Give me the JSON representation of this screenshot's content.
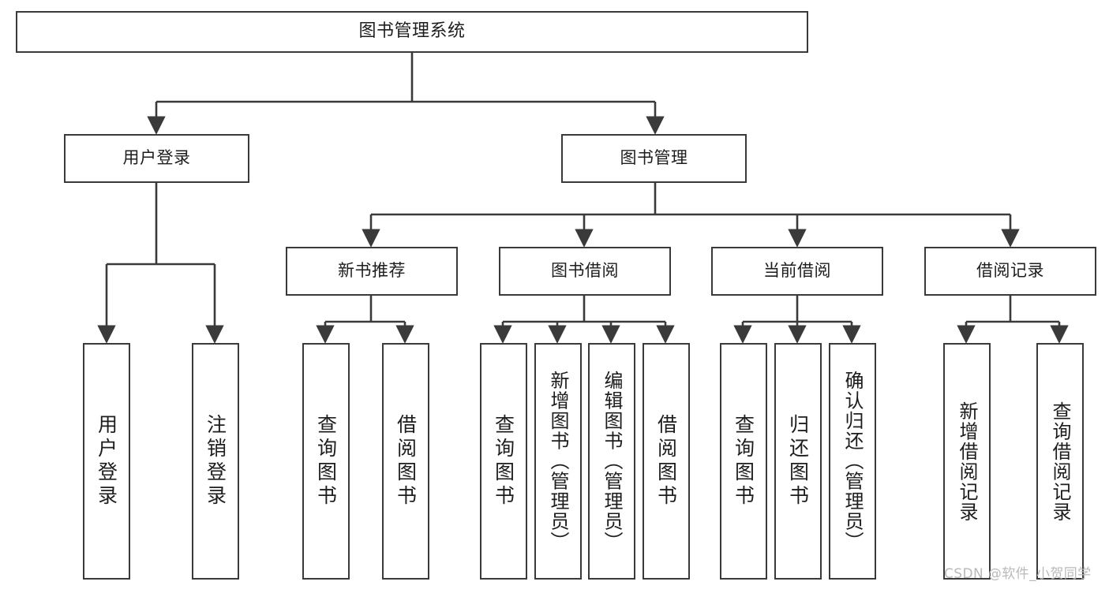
{
  "diagram": {
    "title": "图书管理系统",
    "type": "tree",
    "orientation": "top-down",
    "colors": {
      "box_border": "#3a3a3a",
      "box_fill": "#ffffff",
      "connector": "#3a3a3a",
      "text": "#1d1d1d",
      "watermark": "#b9b9b9",
      "background": "#ffffff"
    },
    "levels": {
      "level1": "root",
      "level2": "modules",
      "level3": "submodules",
      "level4": "functions"
    },
    "nodes": {
      "root": {
        "label": "图书管理系统"
      },
      "user_login": {
        "label": "用户登录"
      },
      "book_manage": {
        "label": "图书管理"
      },
      "new_book_rec": {
        "label": "新书推荐"
      },
      "book_borrow": {
        "label": "图书借阅"
      },
      "current_borrow": {
        "label": "当前借阅"
      },
      "borrow_record": {
        "label": "借阅记录"
      },
      "leaf_user_login": {
        "label": "用户登录"
      },
      "leaf_logout": {
        "label": "注销登录"
      },
      "leaf_query_book_1": {
        "label": "查询图书"
      },
      "leaf_borrow_book_1": {
        "label": "借阅图书"
      },
      "leaf_query_book_2": {
        "label": "查询图书"
      },
      "leaf_add_book_admin": {
        "label": "新增图书（管理员）"
      },
      "leaf_edit_book_admin": {
        "label": "编辑图书（管理员）"
      },
      "leaf_borrow_book_2": {
        "label": "借阅图书"
      },
      "leaf_query_book_3": {
        "label": "查询图书"
      },
      "leaf_return_book": {
        "label": "归还图书"
      },
      "leaf_confirm_return_admin": {
        "label": "确认归还（管理员）"
      },
      "leaf_add_record": {
        "label": "新增借阅记录"
      },
      "leaf_query_record": {
        "label": "查询借阅记录"
      }
    },
    "edges": [
      {
        "from": "root",
        "to": "user_login"
      },
      {
        "from": "root",
        "to": "book_manage"
      },
      {
        "from": "user_login",
        "to": "leaf_user_login"
      },
      {
        "from": "user_login",
        "to": "leaf_logout"
      },
      {
        "from": "book_manage",
        "to": "new_book_rec"
      },
      {
        "from": "book_manage",
        "to": "book_borrow"
      },
      {
        "from": "book_manage",
        "to": "current_borrow"
      },
      {
        "from": "book_manage",
        "to": "borrow_record"
      },
      {
        "from": "new_book_rec",
        "to": "leaf_query_book_1"
      },
      {
        "from": "new_book_rec",
        "to": "leaf_borrow_book_1"
      },
      {
        "from": "book_borrow",
        "to": "leaf_query_book_2"
      },
      {
        "from": "book_borrow",
        "to": "leaf_add_book_admin"
      },
      {
        "from": "book_borrow",
        "to": "leaf_edit_book_admin"
      },
      {
        "from": "book_borrow",
        "to": "leaf_borrow_book_2"
      },
      {
        "from": "current_borrow",
        "to": "leaf_query_book_3"
      },
      {
        "from": "current_borrow",
        "to": "leaf_return_book"
      },
      {
        "from": "current_borrow",
        "to": "leaf_confirm_return_admin"
      },
      {
        "from": "borrow_record",
        "to": "leaf_add_record"
      },
      {
        "from": "borrow_record",
        "to": "leaf_query_record"
      }
    ]
  },
  "watermark": {
    "text": "CSDN @软件_小贺同学"
  }
}
